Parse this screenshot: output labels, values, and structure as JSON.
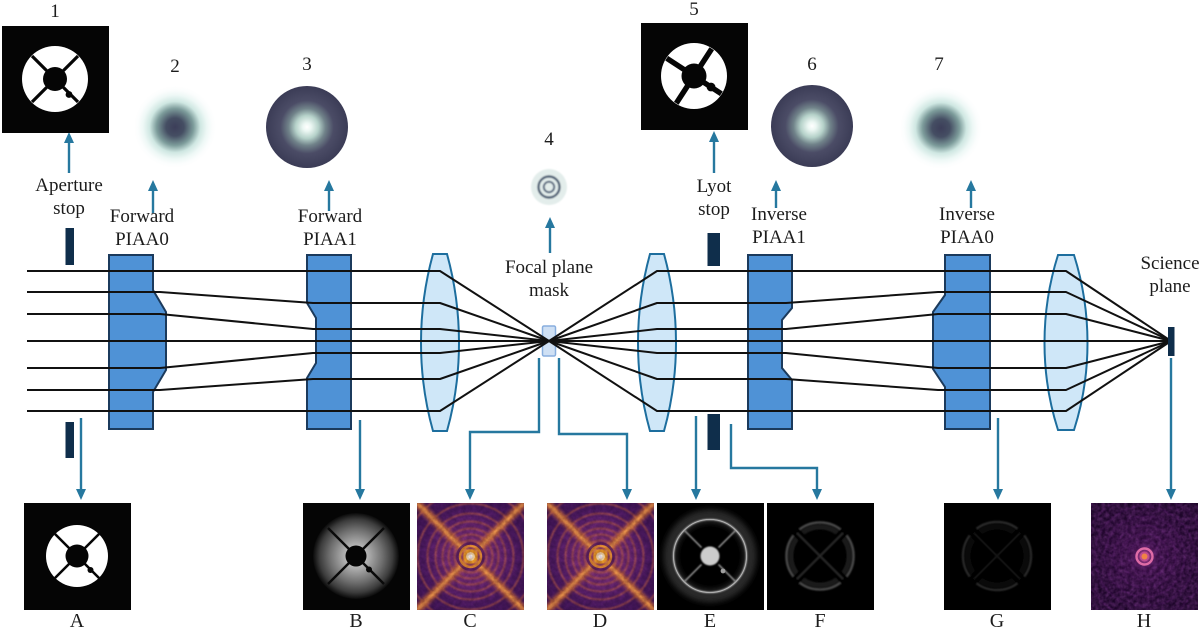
{
  "diagram": {
    "stations": [
      {
        "marker": "1",
        "caption_line1": "Aperture",
        "caption_line2": "stop"
      },
      {
        "marker": "2",
        "caption_line1": "Forward",
        "caption_line2": "PIAA0"
      },
      {
        "marker": "3",
        "caption_line1": "Forward",
        "caption_line2": "PIAA1"
      },
      {
        "marker": "4",
        "caption_line1": "Focal plane",
        "caption_line2": "mask"
      },
      {
        "marker": "5",
        "caption_line1": "Lyot",
        "caption_line2": "stop"
      },
      {
        "marker": "6",
        "caption_line1": "Inverse",
        "caption_line2": "PIAA1"
      },
      {
        "marker": "7",
        "caption_line1": "Inverse",
        "caption_line2": "PIAA0"
      }
    ],
    "science_plane": {
      "caption_line1": "Science",
      "caption_line2": "plane"
    },
    "bottom_markers": [
      "A",
      "B",
      "C",
      "D",
      "E",
      "F",
      "G",
      "H"
    ],
    "colors": {
      "arrow": "#26789f",
      "stop_bar": "#0f2e4b",
      "piaa_fill": "#4f92d6",
      "piaa_stroke": "#1b3a5c",
      "lens_fill": "#cfe7f8",
      "lens_stroke": "#1d6e9e",
      "ray": "#111111",
      "mask_fill": "#cfe0f4",
      "mask_stroke": "#88aede",
      "text": "#1c1c1c"
    }
  }
}
